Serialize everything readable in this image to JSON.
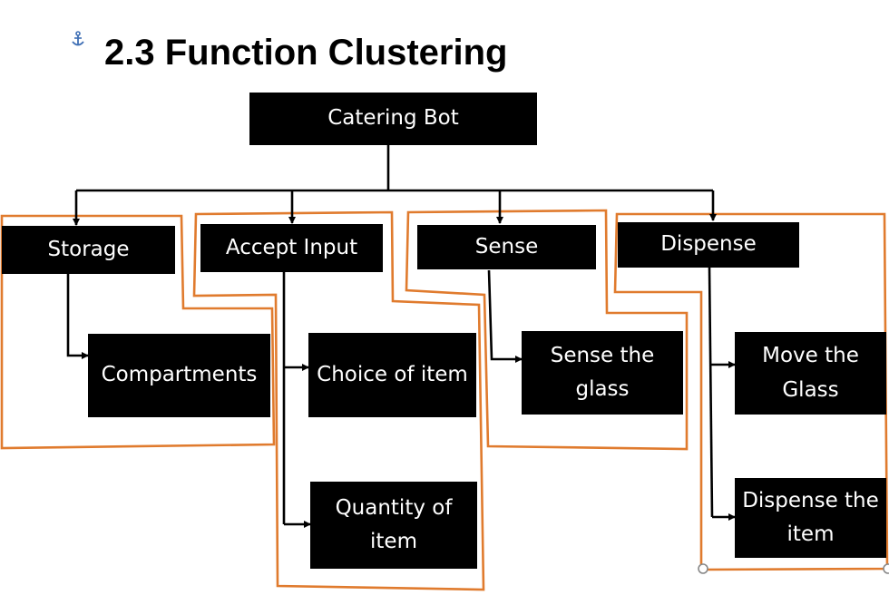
{
  "slide": {
    "title": "2.3 Function Clustering"
  },
  "diagram": {
    "root": "Catering Bot",
    "clusters": [
      {
        "label": "Storage",
        "children": [
          "Compartments"
        ]
      },
      {
        "label": "Accept Input",
        "children": [
          "Choice of item",
          "Quantity of item"
        ]
      },
      {
        "label": "Sense",
        "children": [
          "Sense the glass"
        ]
      },
      {
        "label": "Dispense",
        "children": [
          "Move the Glass",
          "Dispense the item"
        ]
      }
    ]
  },
  "colors": {
    "box": "#000000",
    "box_text": "#ffffff",
    "cluster_outline": "#e07b2e",
    "anchor_icon": "#3f6fb5"
  },
  "icons": [
    "anchor-icon"
  ]
}
